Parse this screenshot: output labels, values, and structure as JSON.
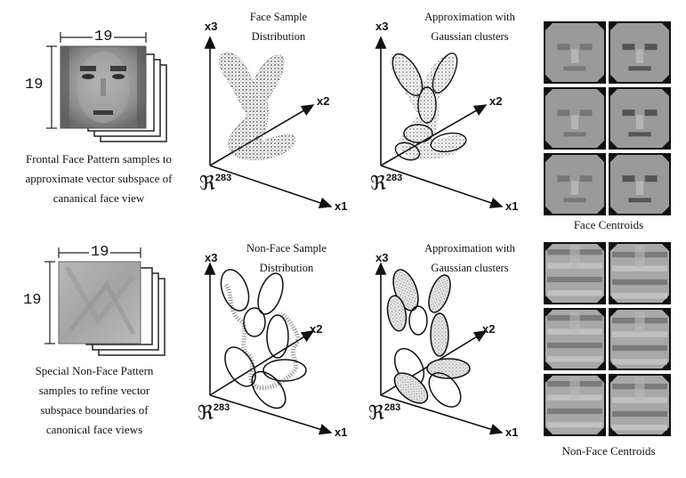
{
  "top_row": {
    "dim_width": "19",
    "dim_height": "19",
    "caption_lines": [
      "Frontal Face Pattern samples to",
      "approximate vector subspace of",
      "cananical face view"
    ],
    "plot1_title_lines": [
      "Face Sample",
      "Distribution"
    ],
    "plot2_title_lines": [
      "Approximation with",
      "Gaussian clusters"
    ],
    "centroids_label": "Face Centroids"
  },
  "bottom_row": {
    "dim_width": "19",
    "dim_height": "19",
    "caption_lines": [
      "Special Non-Face Pattern",
      "samples to refine vector",
      "subspace boundaries of",
      "canonical face views"
    ],
    "plot1_title_lines": [
      "Non-Face Sample",
      "Distribution"
    ],
    "plot2_title_lines": [
      "Approximation with",
      "Gaussian clusters"
    ],
    "centroids_label": "Non-Face Centroids"
  },
  "axes": {
    "x1": "x1",
    "x2": "x2",
    "x3": "x3",
    "space_symbol": "ℜ",
    "space_exponent": "283"
  }
}
